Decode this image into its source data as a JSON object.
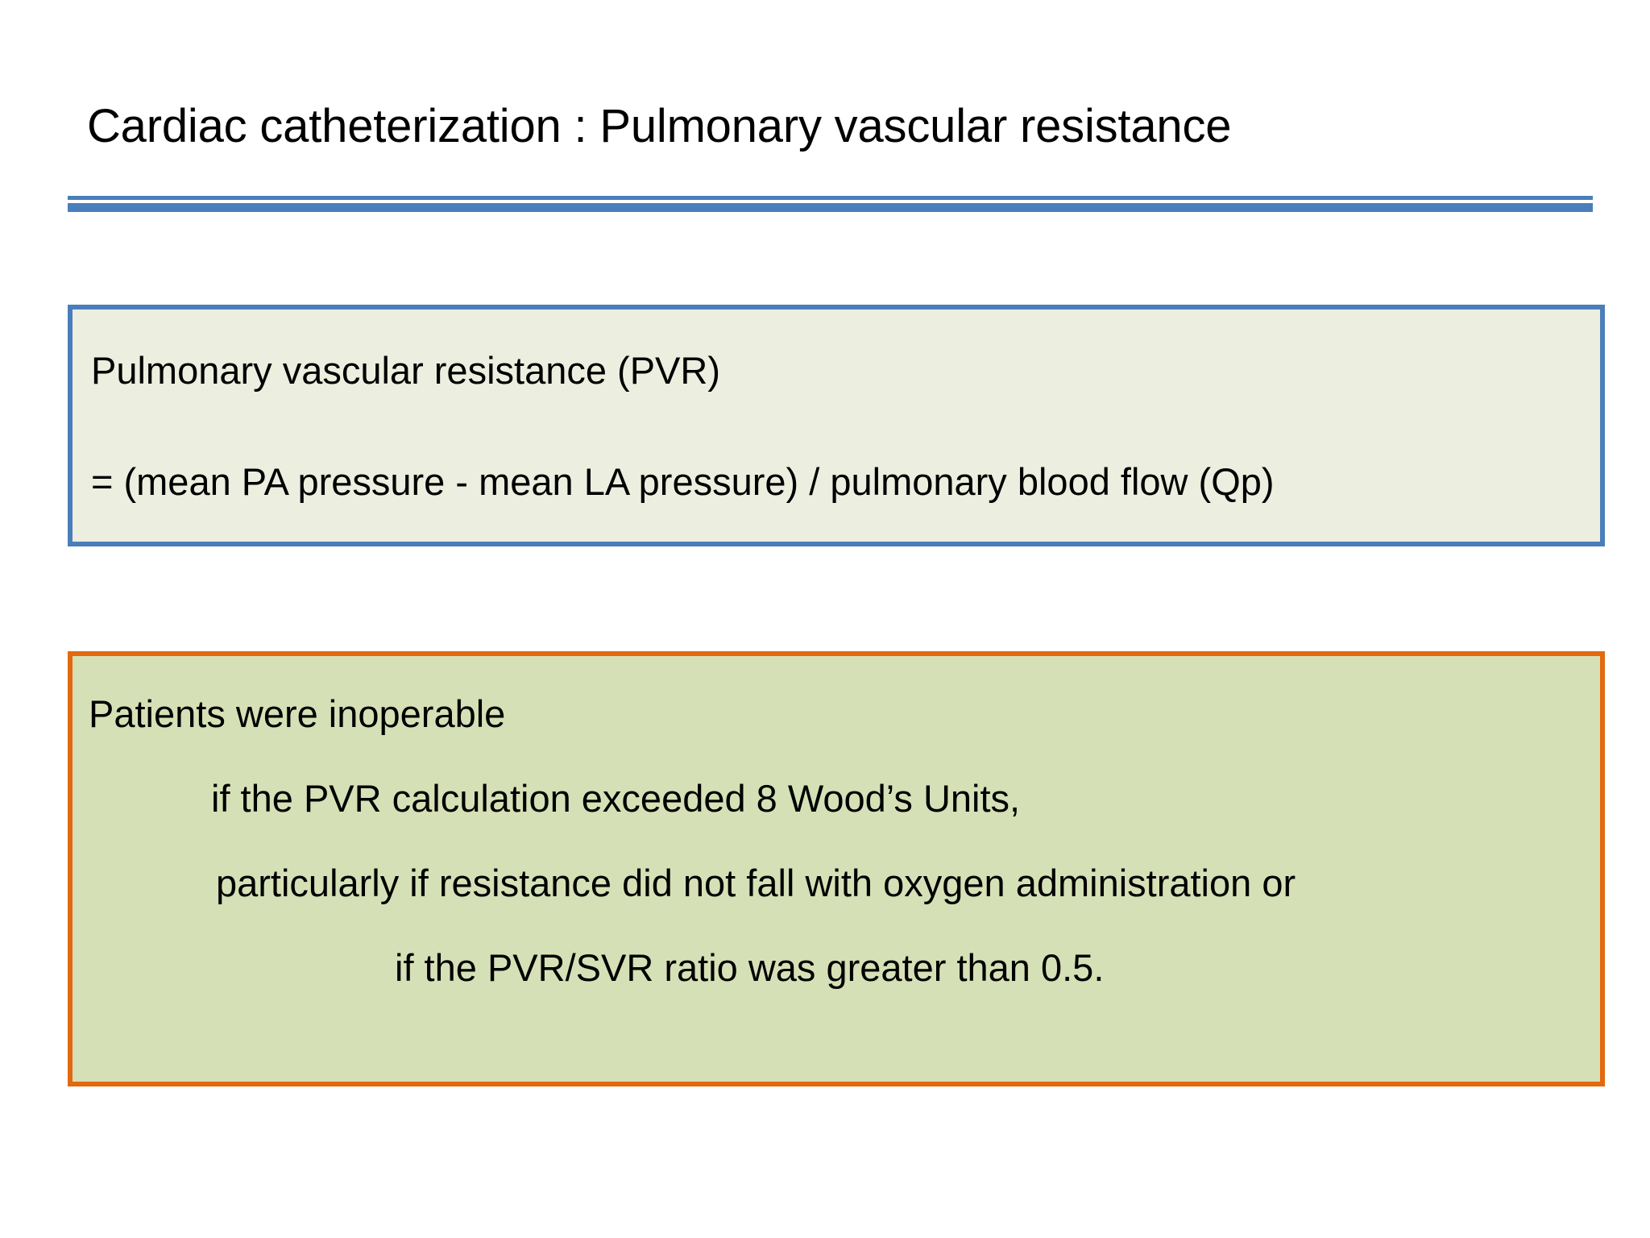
{
  "slide": {
    "title": "Cardiac catheterization : Pulmonary vascular resistance",
    "colors": {
      "background": "#ffffff",
      "title_text": "#000000",
      "divider_blue": "#4a7ebb",
      "definition_box_border": "#4a7ebb",
      "definition_box_fill": "#eceedf",
      "criteria_box_border": "#e2690f",
      "criteria_box_fill": "#d6e0b6"
    }
  },
  "definition_box": {
    "term_line": "Pulmonary vascular resistance (PVR)",
    "formula_line": "= (mean PA pressure - mean LA pressure) / pulmonary blood flow (Qp)"
  },
  "criteria_box": {
    "lines": [
      "Patients were inoperable",
      "if the PVR calculation exceeded 8 Wood’s Units,",
      "particularly if resistance did not fall with oxygen administration or",
      "if the PVR/SVR ratio was greater than 0.5."
    ]
  }
}
